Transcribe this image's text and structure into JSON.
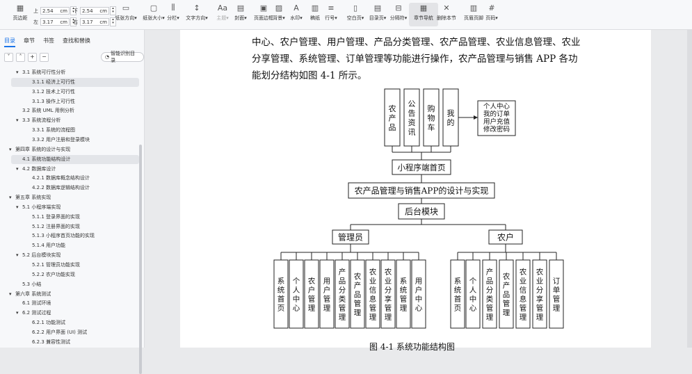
{
  "toolbar": {
    "buttons": [
      {
        "id": "margins",
        "label": "页边距"
      },
      {
        "id": "orientation",
        "label": "纸张方向"
      },
      {
        "id": "size",
        "label": "纸张大小"
      },
      {
        "id": "columns",
        "label": "分栏"
      },
      {
        "id": "text-direction",
        "label": "文字方向"
      },
      {
        "id": "theme",
        "label": "主题"
      },
      {
        "id": "cover",
        "label": "封面"
      },
      {
        "id": "page-border",
        "label": "页面边框"
      },
      {
        "id": "background",
        "label": "背景"
      },
      {
        "id": "watermark",
        "label": "水印"
      },
      {
        "id": "draft",
        "label": "稿纸"
      },
      {
        "id": "line-number",
        "label": "行号"
      },
      {
        "id": "blank-page",
        "label": "空白页"
      },
      {
        "id": "toc-page",
        "label": "目录页"
      },
      {
        "id": "separator",
        "label": "分隔符"
      },
      {
        "id": "section-nav",
        "label": "章节导航"
      },
      {
        "id": "delete-section",
        "label": "删除本节"
      },
      {
        "id": "header-footer",
        "label": "页眉页脚"
      },
      {
        "id": "page-number",
        "label": "页码"
      }
    ],
    "margins": {
      "top_label": "上",
      "top_value": "2.54",
      "top_unit": "cm",
      "bottom_label": "下",
      "bottom_value": "2.54",
      "bottom_unit": "cm",
      "left_label": "左",
      "left_value": "3.17",
      "left_unit": "cm",
      "right_label": "右",
      "right_value": "3.17",
      "right_unit": "cm"
    }
  },
  "nav": {
    "tabs": [
      "目录",
      "章节",
      "书签",
      "查找和替换"
    ],
    "smart_button": "智能识别目录",
    "toc": [
      {
        "label": "3.1  系统可行性分析",
        "level": 2,
        "expand": "▾",
        "selected": false
      },
      {
        "label": "3.1.1 经济上可行性",
        "level": 3,
        "expand": "",
        "selected": true
      },
      {
        "label": "3.1.2 技术上可行性",
        "level": 3,
        "expand": "",
        "selected": false
      },
      {
        "label": "3.1.3 操作上可行性",
        "level": 3,
        "expand": "",
        "selected": false
      },
      {
        "label": "3.2  系统 UML 用例分析",
        "level": 2,
        "expand": "",
        "selected": false
      },
      {
        "label": "3.3  系统流程分析",
        "level": 2,
        "expand": "▾",
        "selected": false
      },
      {
        "label": "3.3.1 系统的流程图",
        "level": 3,
        "expand": "",
        "selected": false
      },
      {
        "label": "3.3.2 用户注册和登录模块",
        "level": 3,
        "expand": "",
        "selected": false
      },
      {
        "label": "第四章  系统的设计与实现",
        "level": 1,
        "expand": "▾",
        "selected": false
      },
      {
        "label": "4.1  系统功能结构设计",
        "level": 2,
        "expand": "",
        "selected": true
      },
      {
        "label": "4.2  数据库设计",
        "level": 2,
        "expand": "▾",
        "selected": false
      },
      {
        "label": "4.2.1 数据库概念结构设计",
        "level": 3,
        "expand": "",
        "selected": false
      },
      {
        "label": "4.2.2 数据库逻辑结构设计",
        "level": 3,
        "expand": "",
        "selected": false
      },
      {
        "label": "第五章  系统实现",
        "level": 1,
        "expand": "▾",
        "selected": false
      },
      {
        "label": "5.1  小程序端实现",
        "level": 2,
        "expand": "▾",
        "selected": false
      },
      {
        "label": "5.1.1 登录界面的实现",
        "level": 3,
        "expand": "",
        "selected": false
      },
      {
        "label": "5.1.2 注册界面的实现",
        "level": 3,
        "expand": "",
        "selected": false
      },
      {
        "label": "5.1.3 小程序首页功能的实现",
        "level": 3,
        "expand": "",
        "selected": false
      },
      {
        "label": "5.1.4 用户功能",
        "level": 3,
        "expand": "",
        "selected": false
      },
      {
        "label": "5.2  后台模块实现",
        "level": 2,
        "expand": "▾",
        "selected": false
      },
      {
        "label": "5.2.1 管理员功能实现",
        "level": 3,
        "expand": "",
        "selected": false
      },
      {
        "label": "5.2.2 农户功能实现",
        "level": 3,
        "expand": "",
        "selected": false
      },
      {
        "label": "5.3  小结",
        "level": 2,
        "expand": "",
        "selected": false
      },
      {
        "label": "第六章  系统测试",
        "level": 1,
        "expand": "▾",
        "selected": false
      },
      {
        "label": "6.1  测试环境",
        "level": 2,
        "expand": "",
        "selected": false
      },
      {
        "label": "6.2  测试过程",
        "level": 2,
        "expand": "▾",
        "selected": false
      },
      {
        "label": "6.2.1  功能测试",
        "level": 3,
        "expand": "",
        "selected": false
      },
      {
        "label": "6.2.2  用户界面 (UI)  测试",
        "level": 3,
        "expand": "",
        "selected": false
      },
      {
        "label": "6.2.3  兼容性测试",
        "level": 3,
        "expand": "",
        "selected": false
      }
    ]
  },
  "document": {
    "paragraph_lines": [
      "中心、农户管理、用户管理、产品分类管理、农产品管理、农业信息管理、农业",
      "分享管理、系统管理、订单管理等功能进行操作，农产品管理与销售 APP 各功",
      "能划分结构如图 4-1 所示。"
    ],
    "diagram": {
      "mini_nodes": [
        "农产品",
        "公告资讯",
        "购物车",
        "我的"
      ],
      "my_detail": [
        "个人中心",
        "我的订单",
        "用户充值",
        "修改密码"
      ],
      "mini_home": "小程序端首页",
      "system_title": "农产品管理与销售APP的设计与实现",
      "backend": "后台模块",
      "admin": "管理员",
      "farmer": "农户",
      "admin_nodes": [
        "系统首页",
        "个人中心",
        "农户管理",
        "用户管理",
        "产品分类管理",
        "农产品管理",
        "农业信息管理",
        "农业分享管理",
        "系统管理",
        "用户中心"
      ],
      "farmer_nodes": [
        "系统首页",
        "个人中心",
        "产品分类管理",
        "农产品管理",
        "农业信息管理",
        "农业分享管理",
        "订单管理"
      ]
    },
    "caption": "图 4-1 系统功能结构图"
  }
}
